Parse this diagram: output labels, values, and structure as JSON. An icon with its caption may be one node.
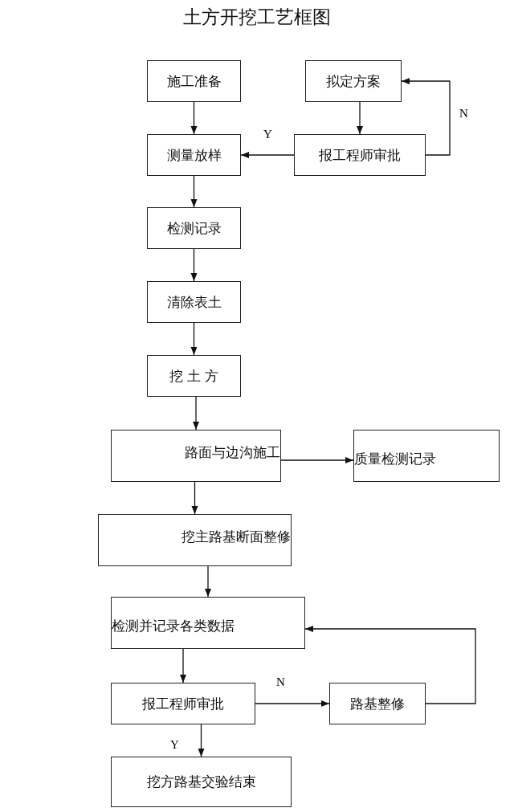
{
  "diagram": {
    "title": "土方开挖工艺框图",
    "nodes": [
      {
        "text": [
          "施工准备"
        ]
      },
      {
        "text": [
          "拟定方案"
        ]
      },
      {
        "text": [
          "测量放样"
        ]
      },
      {
        "text": [
          "报工程师审批"
        ]
      },
      {
        "text": [
          "检测记录"
        ]
      },
      {
        "text": [
          "清除表土"
        ]
      },
      {
        "text": [
          "挖 土 方"
        ]
      },
      {
        "text": [
          "路面与边沟施工"
        ]
      },
      {
        "text": [
          "质量检测记录"
        ]
      },
      {
        "text": [
          "挖主路基断面整修"
        ]
      },
      {
        "text": [
          "检测并记录各类数据"
        ]
      },
      {
        "text": [
          "报工程师审批"
        ]
      },
      {
        "text": [
          "路基整修"
        ]
      },
      {
        "text": [
          "挖方路基交验结束"
        ]
      }
    ],
    "edges": [
      {
        "from": 0,
        "to": 2,
        "arrow": "to"
      },
      {
        "from": 1,
        "to": 3,
        "arrow": "to"
      },
      {
        "from": 3,
        "to": 2,
        "arrow": "to",
        "label": "Y"
      },
      {
        "from": 3,
        "to": 1,
        "arrow": "to",
        "label": "N"
      },
      {
        "from": 2,
        "to": 4,
        "arrow": "to"
      },
      {
        "from": 4,
        "to": 5,
        "arrow": "to"
      },
      {
        "from": 5,
        "to": 6,
        "arrow": "to"
      },
      {
        "from": 6,
        "to": 7,
        "arrow": "to"
      },
      {
        "from": 7,
        "to": 8,
        "arrow": "to"
      },
      {
        "from": 7,
        "to": 9,
        "arrow": "to"
      },
      {
        "from": 9,
        "to": 10,
        "arrow": "to"
      },
      {
        "from": 10,
        "to": 11,
        "arrow": "to"
      },
      {
        "from": 11,
        "to": 12,
        "arrow": "to",
        "label": "N"
      },
      {
        "from": 12,
        "to": 10,
        "arrow": "to"
      },
      {
        "from": 11,
        "to": 13,
        "arrow": "to",
        "label": "Y"
      }
    ]
  }
}
